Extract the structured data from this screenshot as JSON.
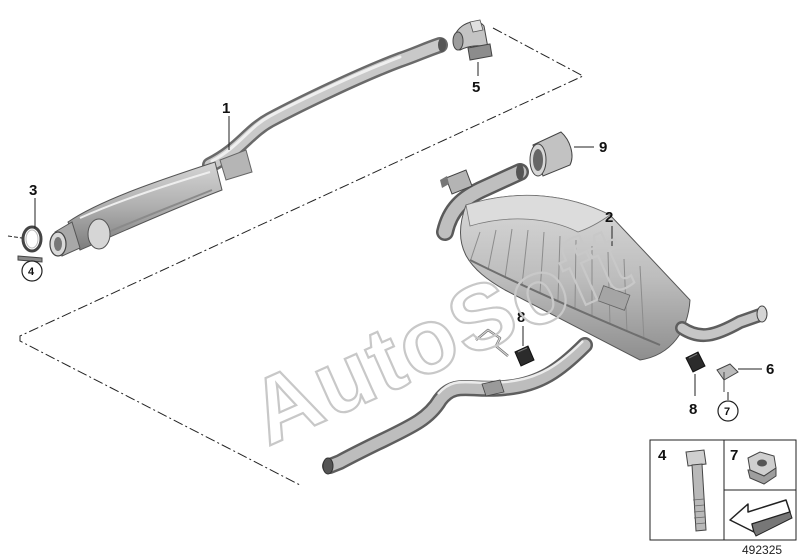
{
  "callouts": {
    "c1": "1",
    "c2": "2",
    "c3": "3",
    "c4": "4",
    "c5": "5",
    "c6": "6",
    "c7": "7",
    "c8a": "8",
    "c8b": "8",
    "c9": "9"
  },
  "legend": {
    "bolt_number": "4",
    "nut_number": "7"
  },
  "watermark": "AutoSoft",
  "diagram_id": "492325",
  "icons": [
    "front-pipe-catalytic-converter",
    "rear-silencer",
    "clamp",
    "tail-pipe-trim",
    "bracket",
    "rubber-mount",
    "hex-bolt-icon",
    "hex-nut-icon",
    "arrow-icon"
  ]
}
